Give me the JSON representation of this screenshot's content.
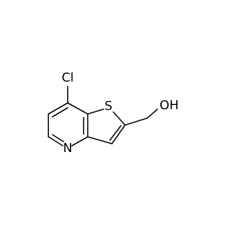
{
  "structure": {
    "atoms": {
      "chlorine": "Cl",
      "sulfur": "S",
      "nitrogen": "N",
      "hydroxyl": "OH"
    }
  },
  "colors": {
    "background": "#ffffff",
    "ink": "#000000"
  }
}
